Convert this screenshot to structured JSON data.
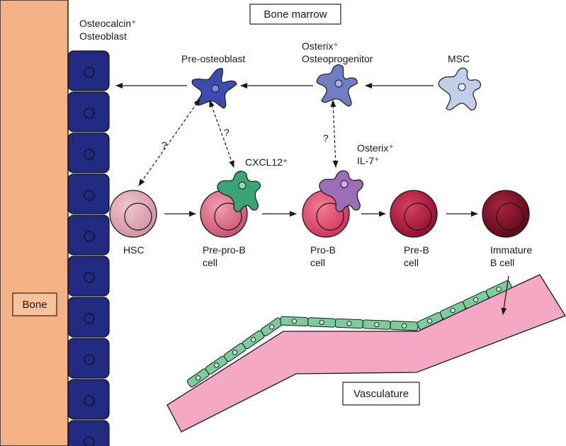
{
  "labels": {
    "bone_marrow": "Bone marrow",
    "bone": "Bone",
    "vasculature": "Vasculature",
    "osteoblast_line1": "Osteocalcin⁺",
    "osteoblast_line2": "Osteoblast",
    "pre_osteoblast": "Pre-osteoblast",
    "osteoprogenitor_line1": "Osterix⁺",
    "osteoprogenitor_line2": "Osteoprogenitor",
    "msc": "MSC",
    "cxcl12": "CXCL12⁺",
    "il7_line1": "Osterix⁺",
    "il7_line2": "IL-7⁺",
    "unknown": "?",
    "hsc": "HSC",
    "pre_pro_b_line1": "Pre-pro-B",
    "pre_pro_b_line2": "cell",
    "pro_b_line1": "Pro-B",
    "pro_b_line2": "cell",
    "pre_b_line1": "Pre-B",
    "pre_b_line2": "cell",
    "immature_b_line1": "Immature",
    "immature_b_line2": "B cell"
  },
  "colors": {
    "bone": "#f4b183",
    "osteoblast": "#1f2a80",
    "pre_osteoblast": "#3b4bb0",
    "osteoprogenitor": "#6f7fc4",
    "msc": "#c2cfe8",
    "cxcl12_cell": "#3aa475",
    "il7_cell": "#9b6fb8",
    "hsc": "#dfa3b1",
    "pre_pro_b": "#d96a86",
    "pro_b": "#e0506f",
    "pre_b": "#b0143c",
    "immature_b": "#7a0d25",
    "vessel": "#f4a8c6",
    "endothelium": "#7ccc9c"
  }
}
